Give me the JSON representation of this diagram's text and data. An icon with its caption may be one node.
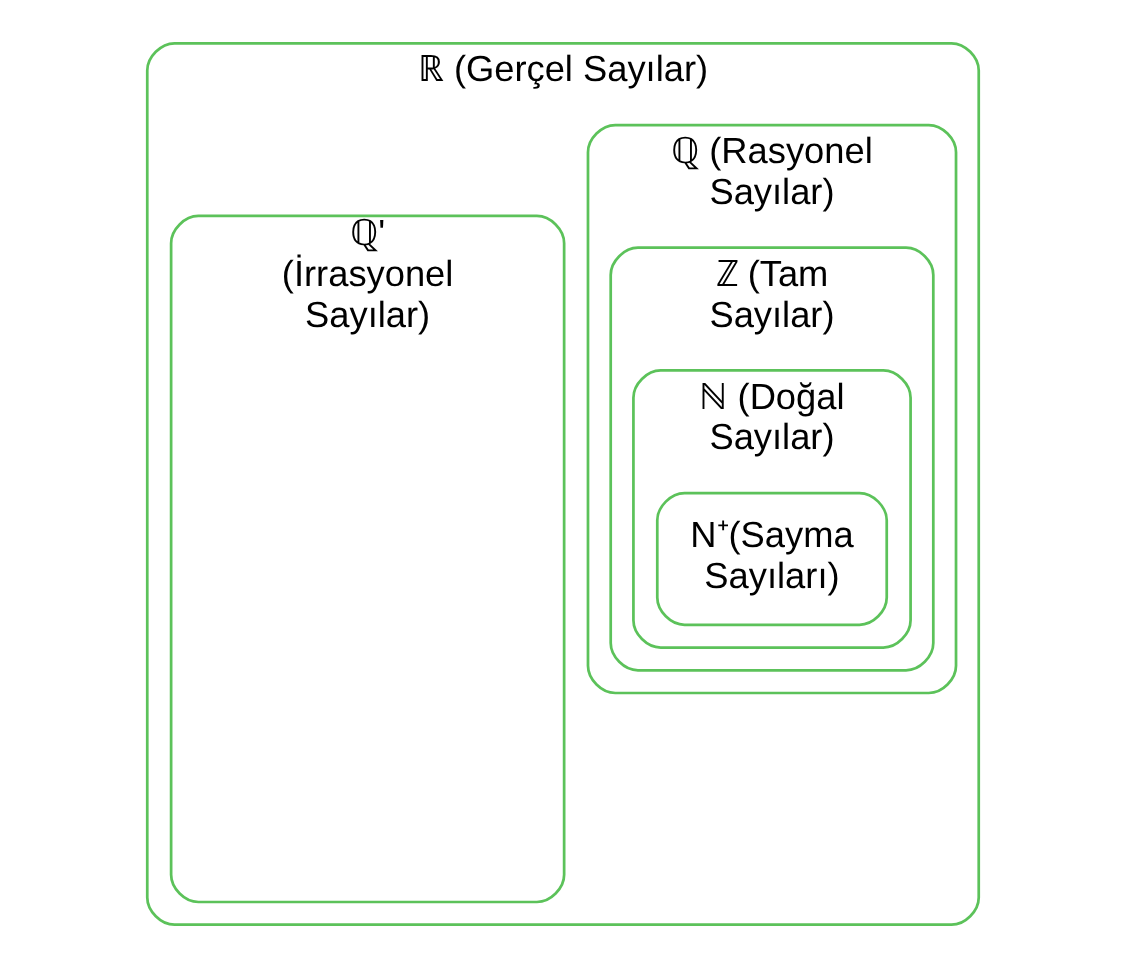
{
  "diagram": {
    "nodes": [
      {
        "text": [
          "ℝ (Gerçel Sayılar)"
        ]
      },
      {
        "text": [
          "ℚ (Rasyonel Sayılar)"
        ],
        "in": 0
      },
      {
        "text": [
          "ℚ' (İrrasyonel Sayılar)"
        ],
        "in": 0
      },
      {
        "text": [
          "ℤ (Tam Sayılar)"
        ],
        "in": 1
      },
      {
        "text": [
          "ℕ (Doğal Sayılar)"
        ],
        "in": 3
      },
      {
        "text": [
          "N⁺(Sayma Sayıları)"
        ],
        "in": 4
      }
    ]
  }
}
